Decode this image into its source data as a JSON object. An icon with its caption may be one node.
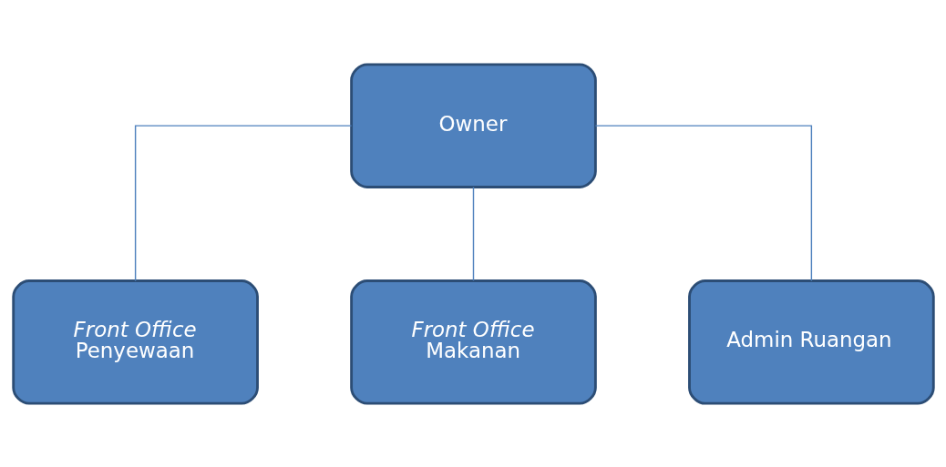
{
  "diagram": {
    "nodes": [
      {
        "text": [
          "Owner"
        ]
      },
      {
        "text": [
          "*Front Office* Penyewaan"
        ]
      },
      {
        "text": [
          "*Front Office* Makanan"
        ]
      },
      {
        "text": [
          "Admin Ruangan"
        ]
      }
    ],
    "edges": [
      {
        "from": 0,
        "to": 1,
        "arrow": "none"
      },
      {
        "from": 0,
        "to": 2,
        "arrow": "none"
      },
      {
        "from": 0,
        "to": 3,
        "arrow": "none"
      }
    ]
  }
}
